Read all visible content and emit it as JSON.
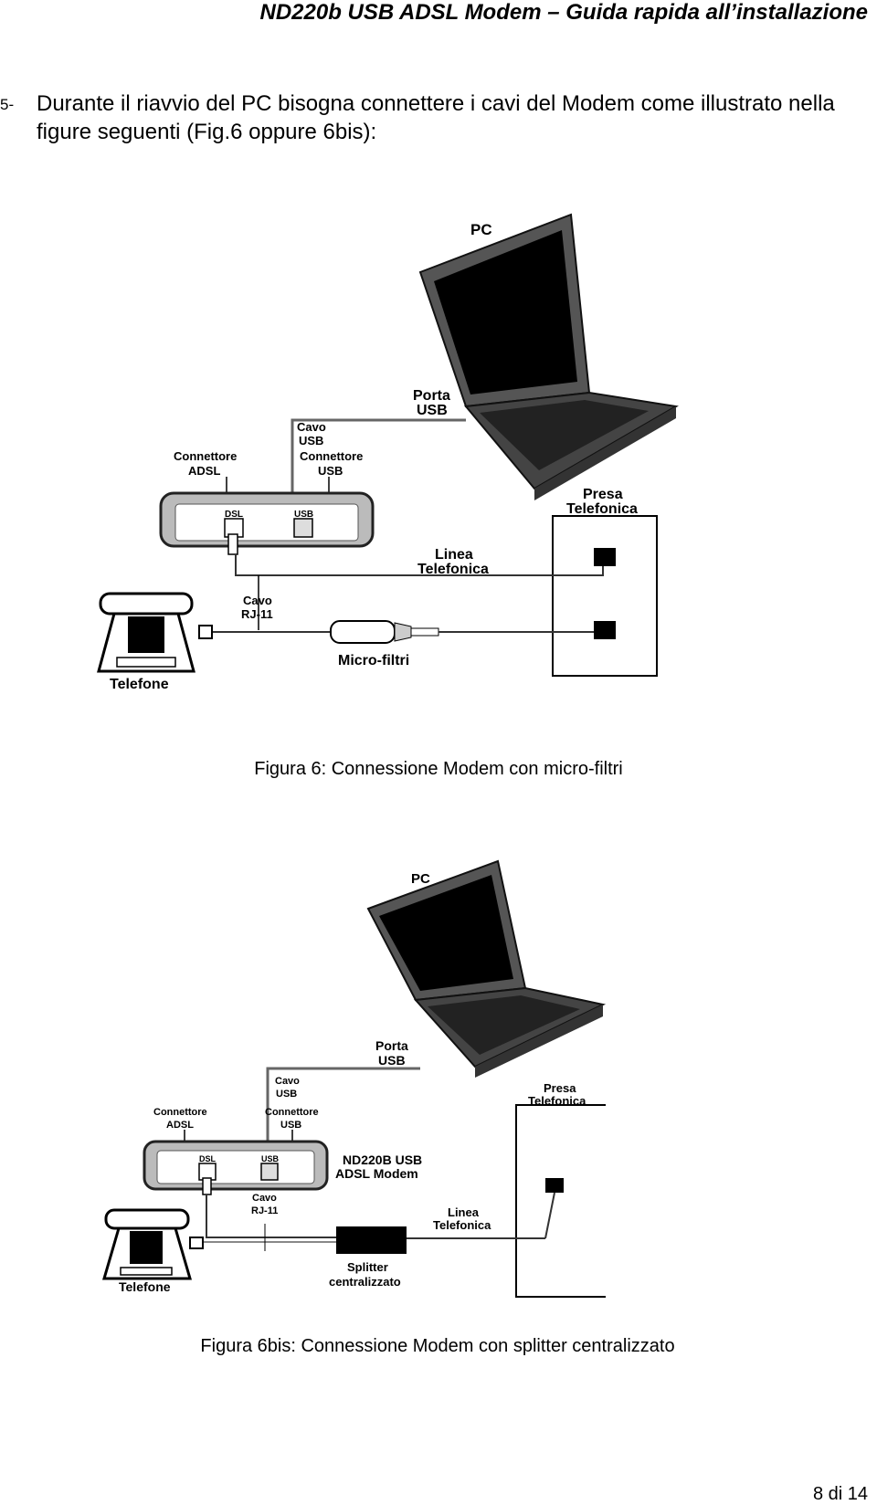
{
  "header": {
    "title": "ND220b USB ADSL Modem – Guida rapida all’installazione"
  },
  "step": {
    "number": "5-",
    "text": "Durante il riavvio del PC bisogna connettere i cavi del Modem come illustrato nella figure seguenti (Fig.6 oppure 6bis):"
  },
  "figure1": {
    "caption": "Figura 6: Connessione Modem con micro-filtri",
    "labels": {
      "pc": "PC",
      "porta_usb_1": "Porta",
      "porta_usb_2": "USB",
      "cavo_usb_1": "Cavo",
      "cavo_usb_2": "USB",
      "conn_adsl_1": "Connettore",
      "conn_adsl_2": "ADSL",
      "conn_usb_1": "Connettore",
      "conn_usb_2": "USB",
      "dsl": "DSL",
      "usb": "USB",
      "presa_1": "Presa",
      "presa_2": "Telefonica",
      "linea_1": "Linea",
      "linea_2": "Telefonica",
      "cavo_rj_1": "Cavo",
      "cavo_rj_2": "RJ-11",
      "micro_filtri": "Micro-filtri",
      "telefone": "Telefone"
    }
  },
  "figure2": {
    "caption": "Figura 6bis: Connessione Modem con splitter centralizzato",
    "labels": {
      "pc": "PC",
      "porta_usb_1": "Porta",
      "porta_usb_2": "USB",
      "cavo_usb_1": "Cavo",
      "cavo_usb_2": "USB",
      "conn_adsl_1": "Connettore",
      "conn_adsl_2": "ADSL",
      "conn_usb_1": "Connettore",
      "conn_usb_2": "USB",
      "dsl": "DSL",
      "usb": "USB",
      "modem_1": "ND220B USB",
      "modem_2": "ADSL Modem",
      "presa_1": "Presa",
      "presa_2": "Telefonica",
      "linea_1": "Linea",
      "linea_2": "Telefonica",
      "cavo_rj_1": "Cavo",
      "cavo_rj_2": "RJ-11",
      "splitter_1": "Splitter",
      "splitter_2": "centralizzato",
      "telefone": "Telefone"
    }
  },
  "footer": {
    "page": "8 di  14"
  }
}
